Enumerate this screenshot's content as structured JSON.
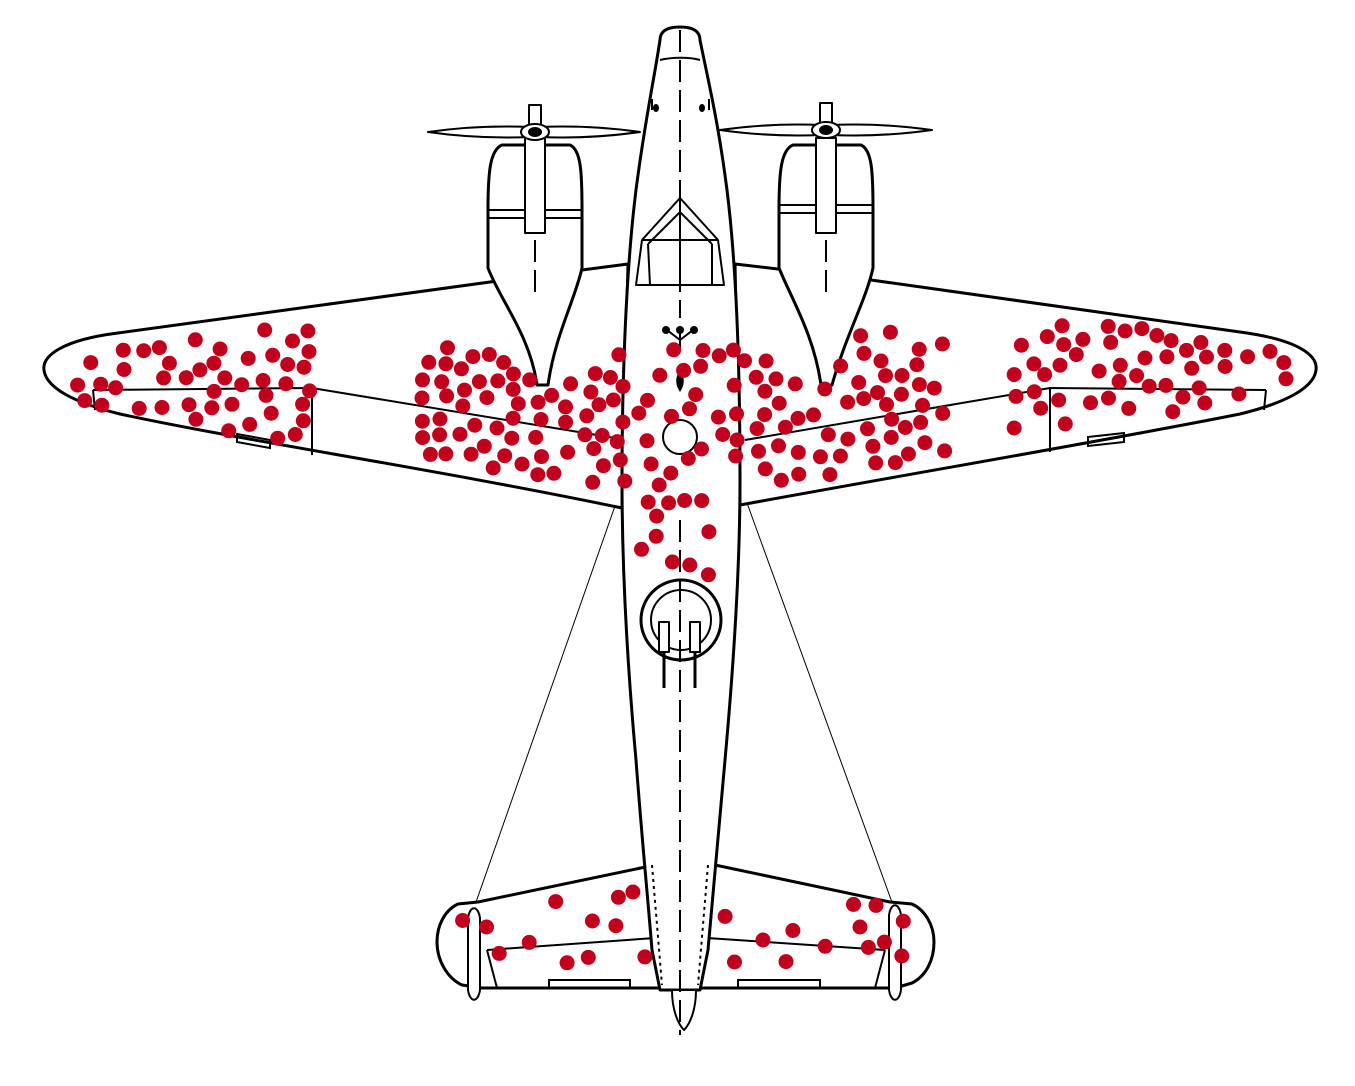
{
  "diagram": {
    "colors": {
      "outline": "#000000",
      "fill": "#ffffff",
      "damage": "#c0001c"
    },
    "hits": {
      "left_wing_tip": 45,
      "left_wing_root": 64,
      "right_wing_root": 60,
      "right_wing_tip": 48,
      "fuselage": 30,
      "left_tailplane": 12,
      "right_tailplane": 13
    }
  }
}
